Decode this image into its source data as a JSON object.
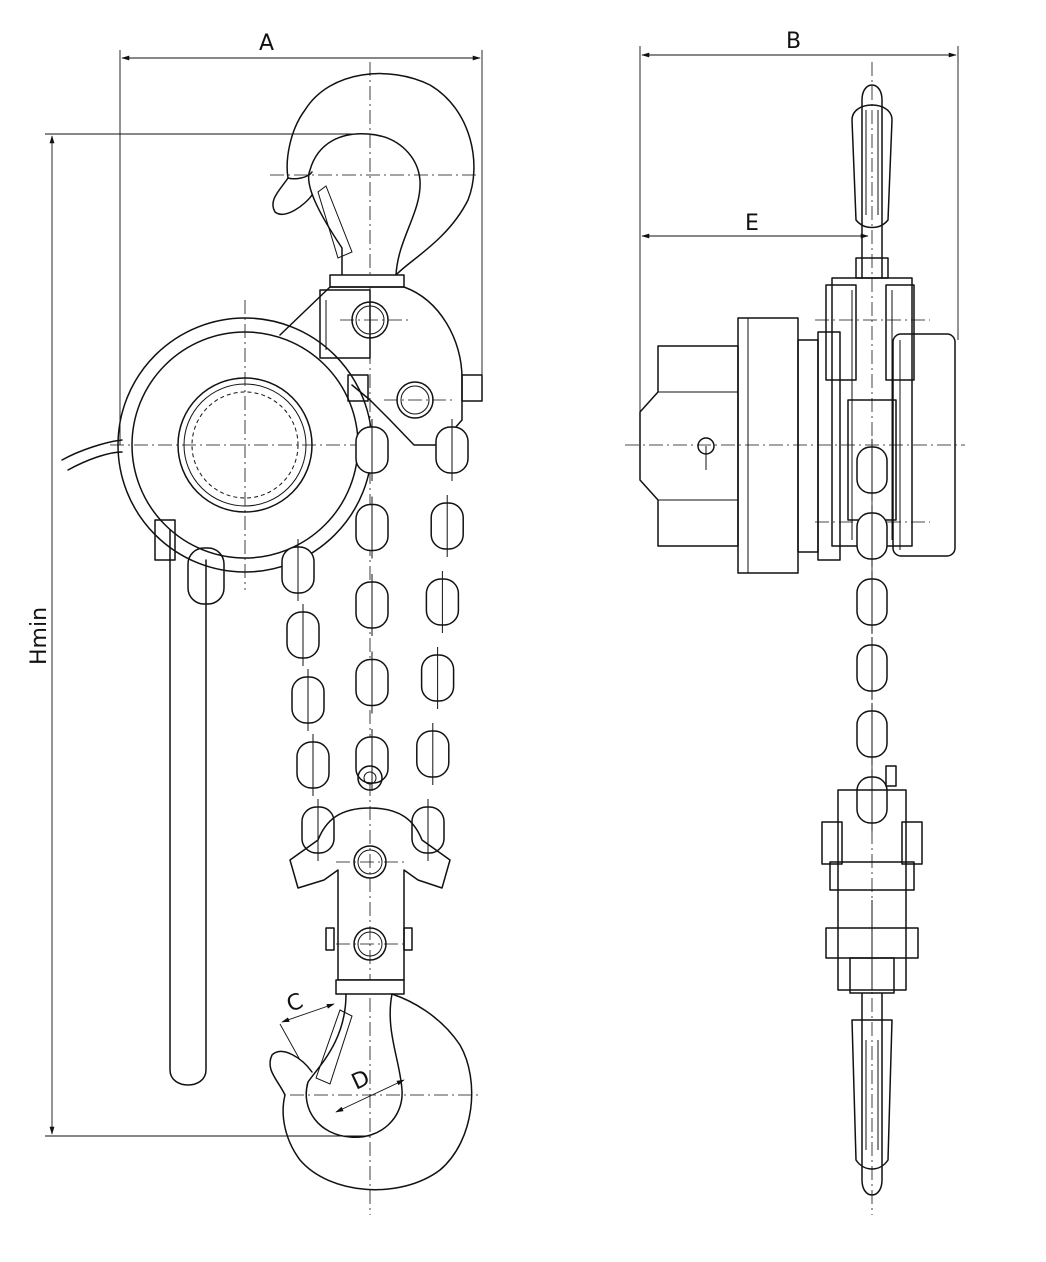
{
  "diagram": {
    "type": "chain-hoist-technical-drawing",
    "views": [
      "front-view",
      "side-view"
    ],
    "dimension_labels": {
      "a": "A",
      "b": "B",
      "c": "C",
      "d": "D",
      "e": "E",
      "hmin": "Hmin"
    },
    "line_color": "#111111",
    "background": "#ffffff"
  }
}
